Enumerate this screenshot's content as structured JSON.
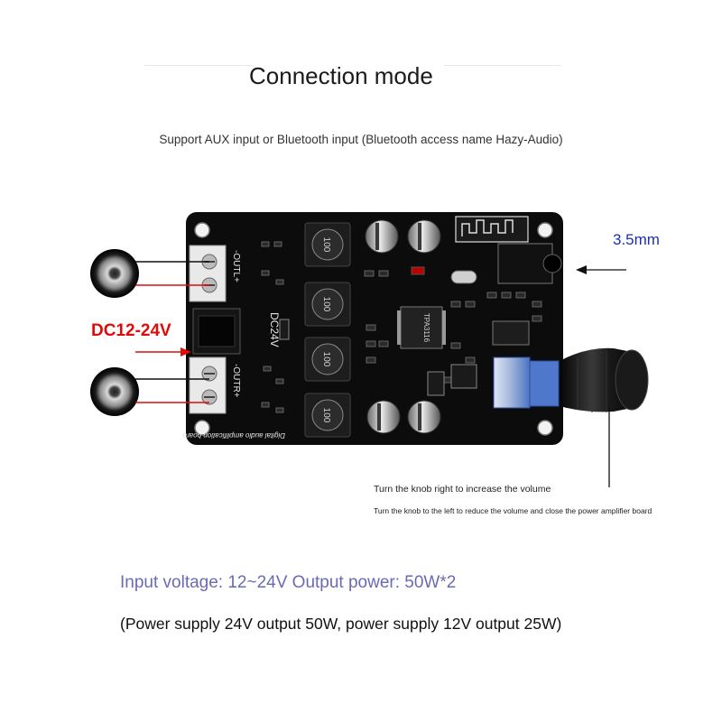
{
  "header": {
    "title": "Connection mode",
    "subtitle": "Support AUX input or Bluetooth input (Bluetooth access name Hazy-Audio)"
  },
  "board": {
    "silk_out_left": "-OUTL+",
    "silk_out_right": "-OUTR+",
    "silk_dc": "DC24V",
    "silk_board_name": "Digital audio amplification board",
    "inductor_marking": "100",
    "chip_marking": "TPA3116"
  },
  "callouts": {
    "dc_input": "DC12-24V",
    "jack": "3.5mm",
    "knob_right": "Turn the knob right to increase the volume",
    "knob_left": "Turn the knob to the left to reduce the volume and close the power amplifier board"
  },
  "specs": {
    "line1": "Input voltage: 12~24V Output power: 50W*2",
    "line2": "(Power supply 24V output 50W, power supply 12V output 25W)"
  },
  "colors": {
    "dc_label": "#e00b0b",
    "jack_label": "#1b2fb0",
    "spec_text": "#6a6ab4",
    "arrow_red": "#e00b0b",
    "board": "#111111"
  }
}
